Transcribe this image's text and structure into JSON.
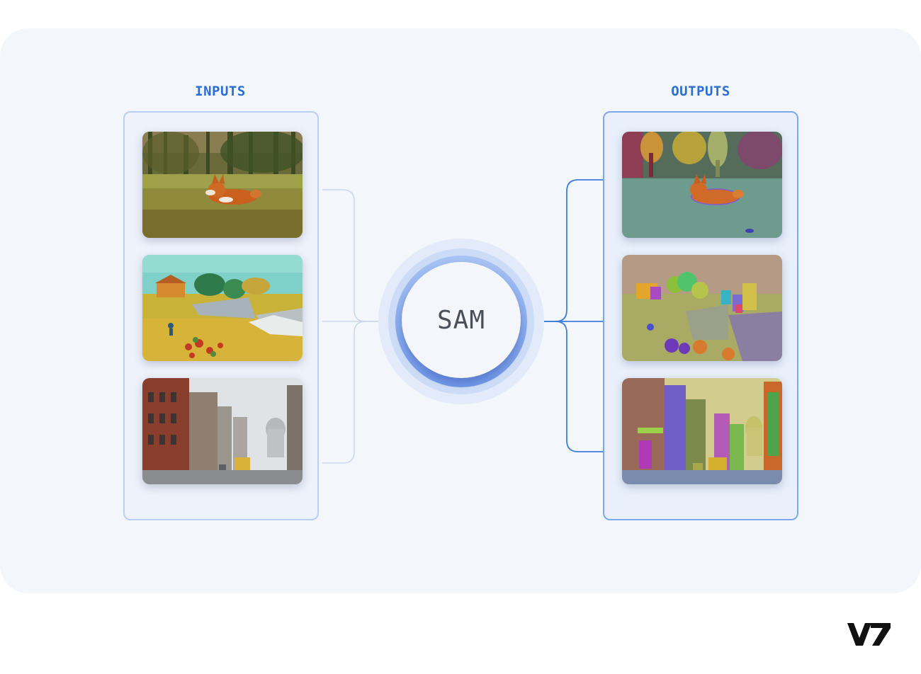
{
  "labels": {
    "inputs": "INPUTS",
    "outputs": "OUTPUTS"
  },
  "model": {
    "name": "SAM"
  },
  "brand": {
    "logo_text": "V7"
  },
  "inputs": [
    {
      "name": "corgi-photo",
      "subject": "Corgi running on grass"
    },
    {
      "name": "painting-landscape",
      "subject": "Painted landscape with walls and houses"
    },
    {
      "name": "street-photo",
      "subject": "City street with domed building"
    }
  ],
  "outputs": [
    {
      "name": "corgi-segmented",
      "subject": "Segmentation masks of corgi scene"
    },
    {
      "name": "painting-segmented",
      "subject": "Segmentation masks of painting"
    },
    {
      "name": "street-segmented",
      "subject": "Segmentation masks of street"
    }
  ],
  "colors": {
    "accent": "#2b6fd6",
    "canvas": "#f3f6fb",
    "input_panel_border": "#b9cff3",
    "output_panel_border": "#7fa8ec",
    "input_connector": "#c9d7ee",
    "output_connector": "#3f7ddc"
  }
}
